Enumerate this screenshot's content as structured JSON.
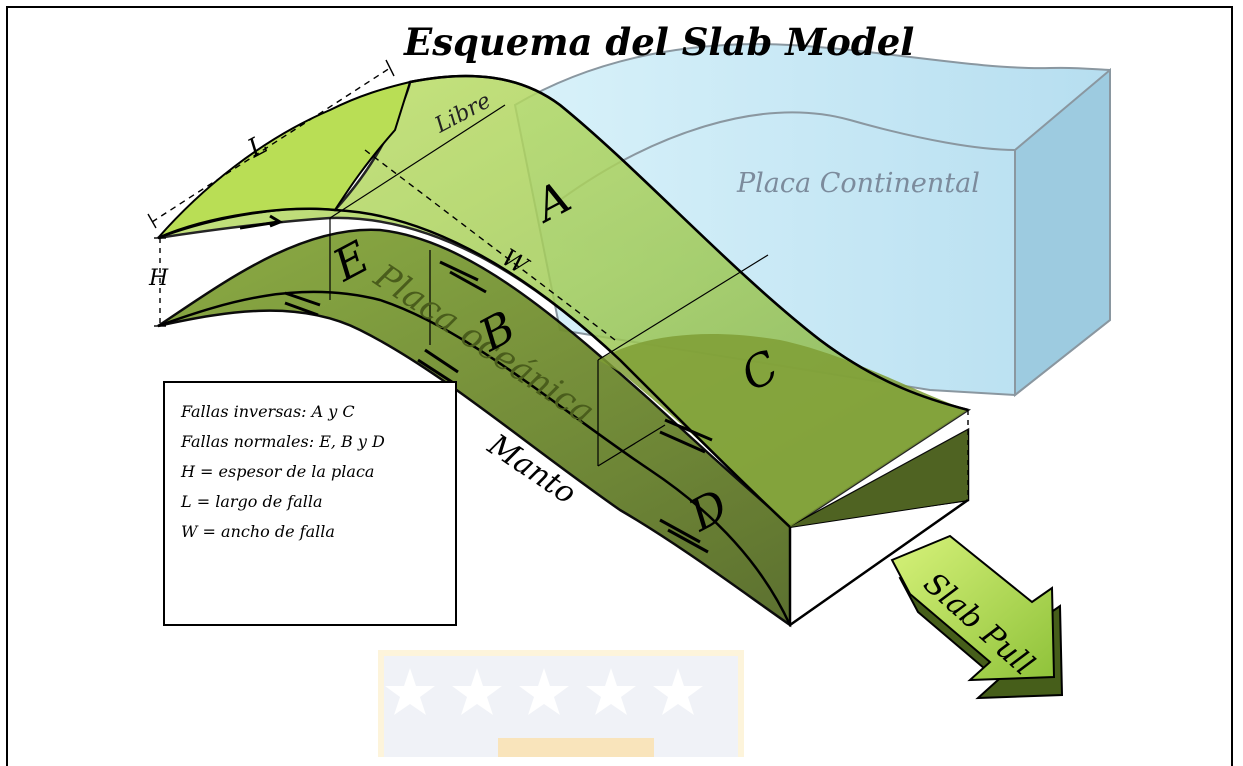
{
  "diagram": {
    "title": "Esquema del Slab Model",
    "labels": {
      "libre": "Libre",
      "placa_continental": "Placa Continental",
      "placa_oceanica": "Placa oceánica",
      "manto": "Manto",
      "slab_pull": "Slab Pull",
      "seg_a": "A",
      "seg_b": "B",
      "seg_c": "C",
      "seg_d": "D",
      "seg_e": "E",
      "dim_l": "L",
      "dim_w": "W",
      "dim_h": "H"
    },
    "legend": [
      "Fallas inversas: A y C",
      "Fallas normales: E, B y D",
      "H = espesor de la placa",
      "L = largo de falla",
      "W = ancho de falla"
    ],
    "colors": {
      "slab_top": "#a8d060",
      "slab_side": "#6f8f2f",
      "continental": "#bfe6f2",
      "arrow": "#a6d84a"
    }
  }
}
